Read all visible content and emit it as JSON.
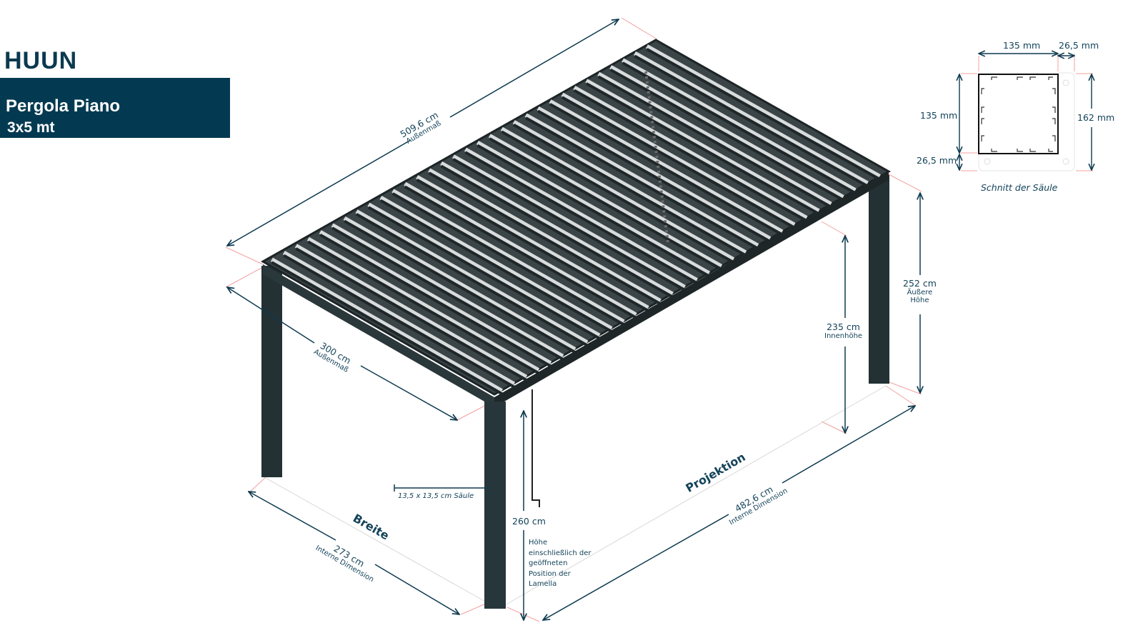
{
  "brand": "HUUN",
  "product": {
    "name": "Pergola Piano",
    "size": "3x5 mt"
  },
  "dimensions": {
    "length_outer": {
      "value": "509,6 cm",
      "note": "Außenmaß"
    },
    "width_outer": {
      "value": "300 cm",
      "note": "Außenmaß"
    },
    "outer_height": {
      "value": "252 cm",
      "note1": "Äußere",
      "note2": "Höhe"
    },
    "inner_height": {
      "value": "235 cm",
      "note": "Innenhöhe"
    },
    "column": "13,5 x 13,5 cm Säule",
    "height_open": {
      "value": "260 cm",
      "lines": [
        "Höhe",
        "einschließlich der",
        "geöffneten",
        "Position der",
        "Lamella"
      ]
    },
    "projection": {
      "title": "Projektion",
      "value": "482,6 cm",
      "note": "Interne Dimension"
    },
    "width_inner": {
      "title": "Breite",
      "value": "273 cm",
      "note": "Interne Dimension"
    }
  },
  "section": {
    "title": "Schnitt der Säule",
    "top_width": "135 mm",
    "top_plate": "26,5 mm",
    "left_height": "135 mm",
    "left_plate": "26,5 mm",
    "right_total": "162 mm"
  },
  "colors": {
    "brand": "#043a51",
    "frame": "#1e2a2d",
    "dim": "#0d3a4f",
    "guide": "#f08a8a"
  }
}
